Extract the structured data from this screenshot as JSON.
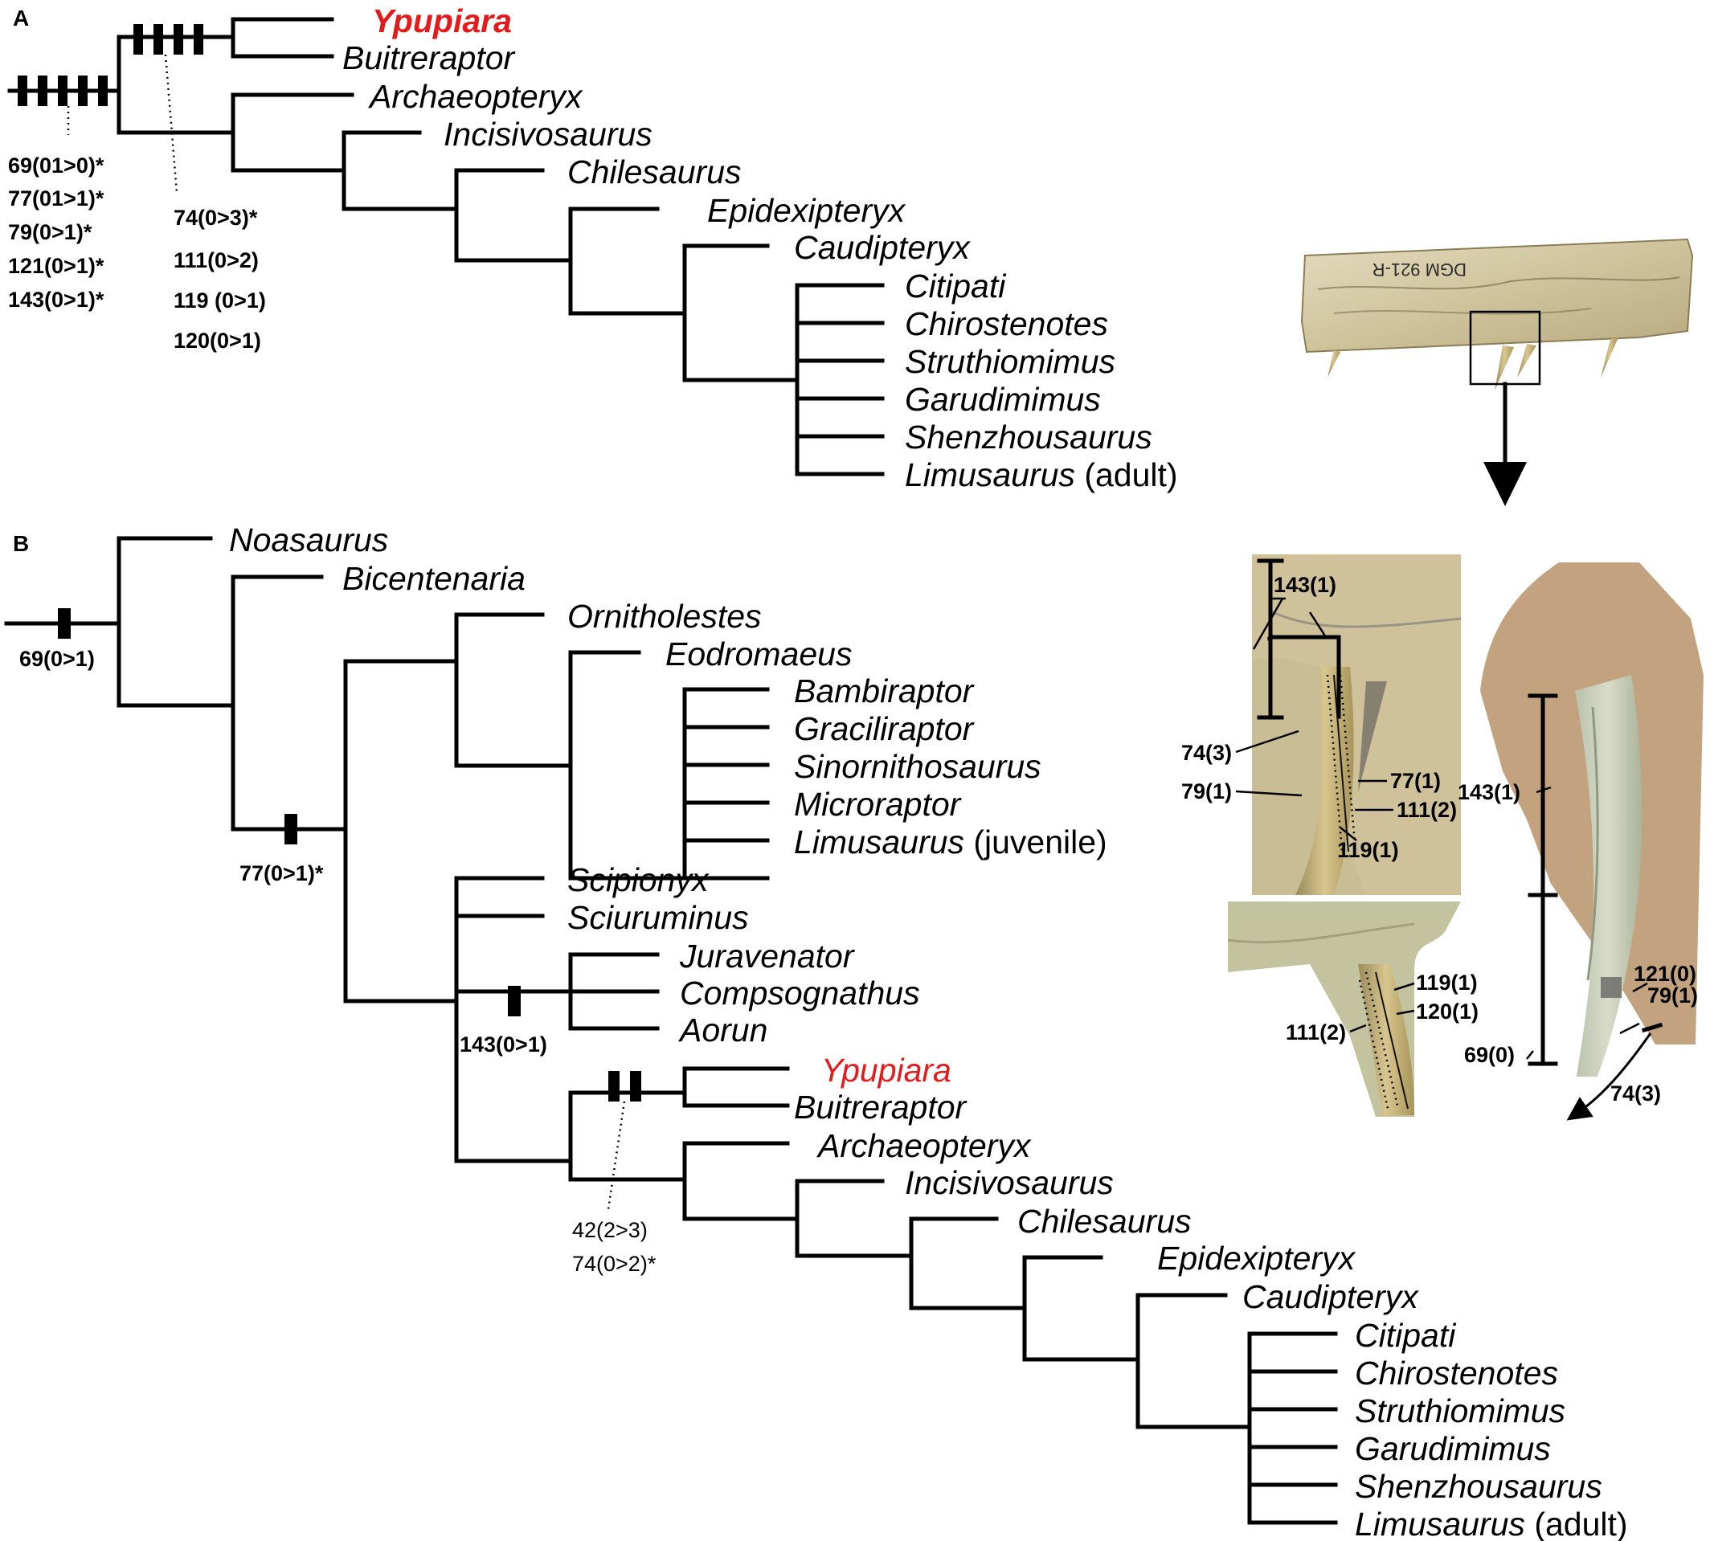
{
  "panels": {
    "a": "A",
    "b": "B"
  },
  "tree_a": {
    "taxa": [
      "Ypupiara",
      "Buitreraptor",
      "Archaeopteryx",
      "Incisivosaurus",
      "Chilesaurus",
      "Epidexipteryx",
      "Caudipteryx",
      "Citipati",
      "Chirostenotes",
      "Struthiomimus",
      "Garudimimus",
      "Shenzhousaurus",
      "Limusaurus"
    ],
    "limusaurus_note": "(adult)",
    "root_changes": [
      "69(01>0)*",
      "77(01>1)*",
      "79(0>1)*",
      "121(0>1)*",
      "143(0>1)*"
    ],
    "node_changes": [
      "74(0>3)*",
      "111(0>2)",
      "119 (0>1)",
      "120(0>1)"
    ]
  },
  "tree_b": {
    "taxa": [
      "Noasaurus",
      "Bicentenaria",
      "Ornitholestes",
      "Eodromaeus",
      "Bambiraptor",
      "Graciliraptor",
      "Sinornithosaurus",
      "Microraptor",
      "Limusaurus",
      "Scipionyx",
      "Sciuruminus",
      "Juravenator",
      "Compsognathus",
      "Aorun",
      "Ypupiara",
      "Buitreraptor",
      "Archaeopteryx",
      "Incisivosaurus",
      "Chilesaurus",
      "Epidexipteryx",
      "Caudipteryx",
      "Citipati",
      "Chirostenotes",
      "Struthiomimus",
      "Garudimimus",
      "Shenzhousaurus",
      "Limusaurus"
    ],
    "juvenile_note": "(juvenile)",
    "adult_note": "(adult)",
    "changes": {
      "root": "69(0>1)",
      "node_77": "77(0>1)*",
      "node_143": "143(0>1)",
      "node_42": "42(2>3)",
      "node_74": "74(0>2)*"
    }
  },
  "specimen": {
    "label": "DGM 921-R",
    "callouts_top": [
      "143(1)",
      "74(3)",
      "79(1)",
      "77(1)",
      "111(2)",
      "119(1)"
    ],
    "callouts_bottom": [
      "119(1)",
      "120(1)",
      "111(2)"
    ],
    "callouts_side": [
      "143(1)",
      "121(0)",
      "79(1)",
      "69(0)",
      "74(3)"
    ]
  }
}
